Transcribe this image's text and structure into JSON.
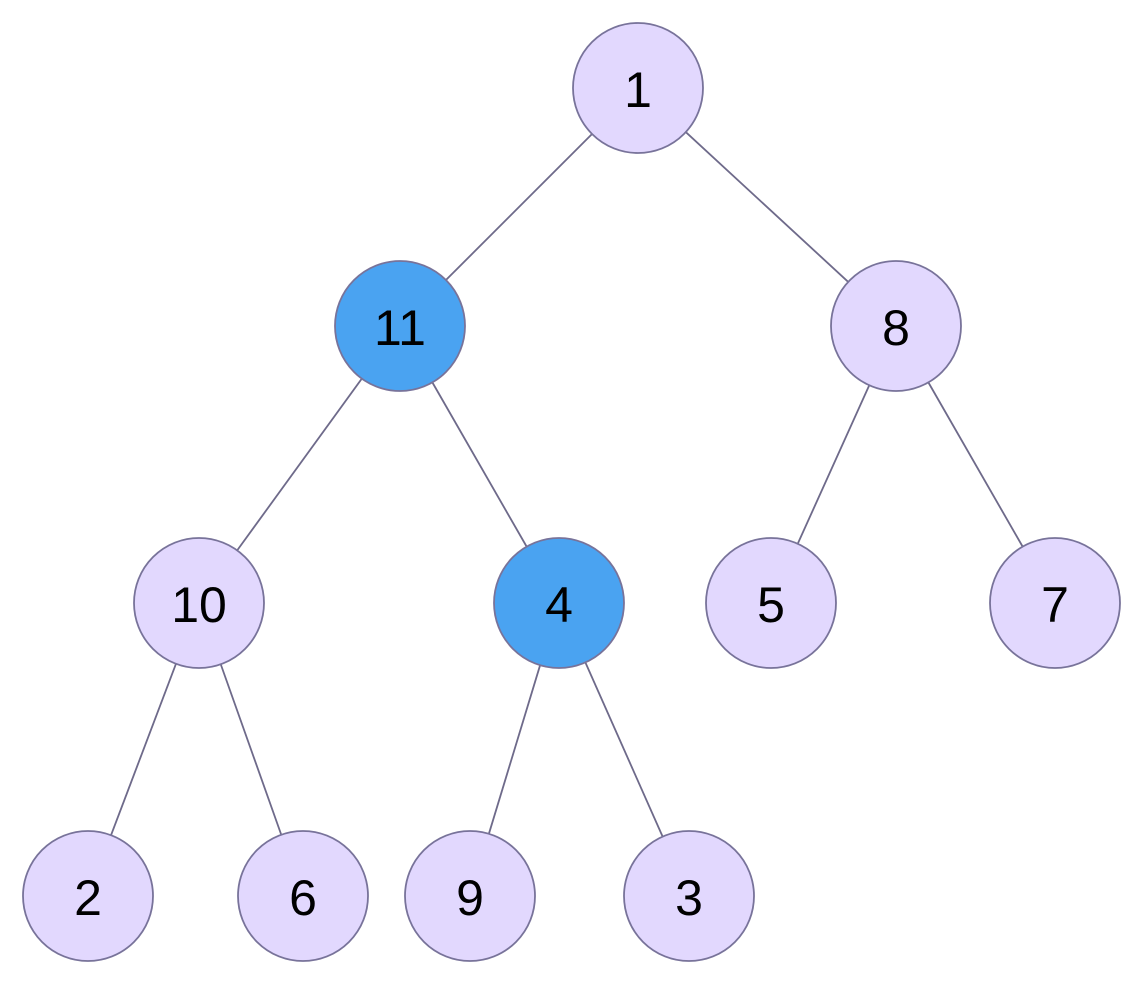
{
  "colors": {
    "default_fill": "#e2d8fe",
    "highlight_fill": "#4aa3f1",
    "stroke": "#78739a",
    "edge": "#6e6a8a",
    "text": "#000000"
  },
  "tree": {
    "nodes": [
      {
        "id": "n1",
        "label": "1",
        "highlighted": false
      },
      {
        "id": "n11",
        "label": "11",
        "highlighted": true
      },
      {
        "id": "n8",
        "label": "8",
        "highlighted": false
      },
      {
        "id": "n10",
        "label": "10",
        "highlighted": false
      },
      {
        "id": "n4",
        "label": "4",
        "highlighted": true
      },
      {
        "id": "n5",
        "label": "5",
        "highlighted": false
      },
      {
        "id": "n7",
        "label": "7",
        "highlighted": false
      },
      {
        "id": "n2",
        "label": "2",
        "highlighted": false
      },
      {
        "id": "n6",
        "label": "6",
        "highlighted": false
      },
      {
        "id": "n9",
        "label": "9",
        "highlighted": false
      },
      {
        "id": "n3",
        "label": "3",
        "highlighted": false
      }
    ],
    "edges": [
      [
        "n1",
        "n11"
      ],
      [
        "n1",
        "n8"
      ],
      [
        "n11",
        "n10"
      ],
      [
        "n11",
        "n4"
      ],
      [
        "n8",
        "n5"
      ],
      [
        "n8",
        "n7"
      ],
      [
        "n10",
        "n2"
      ],
      [
        "n10",
        "n6"
      ],
      [
        "n4",
        "n9"
      ],
      [
        "n4",
        "n3"
      ]
    ]
  }
}
